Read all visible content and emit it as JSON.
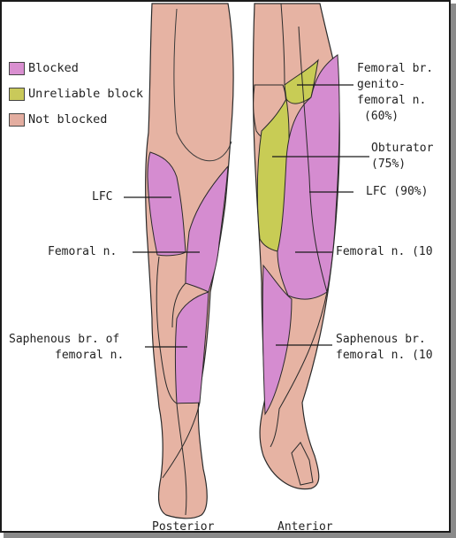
{
  "legend": [
    {
      "label": "Blocked",
      "color": "#d98fd0"
    },
    {
      "label": "Unreliable block",
      "color": "#c9c95a"
    },
    {
      "label": "Not blocked",
      "color": "#e3ada0"
    }
  ],
  "posterior": {
    "view_label": "Posterior",
    "lfc": "LFC",
    "femoral": "Femoral n.",
    "saphenous_line1": "Saphenous br. of",
    "saphenous_line2": "femoral n."
  },
  "anterior": {
    "view_label": "Anterior",
    "genito_line1": "Femoral br.",
    "genito_line2": "genito-",
    "genito_line3": "femoral n.",
    "genito_line4": "(60%)",
    "obturator_line1": "Obturator",
    "obturator_line2": "(75%)",
    "lfc": "LFC (90%)",
    "femoral": "Femoral n. (10",
    "saphenous_line1": "Saphenous br.",
    "saphenous_line2": "femoral n. (10"
  }
}
